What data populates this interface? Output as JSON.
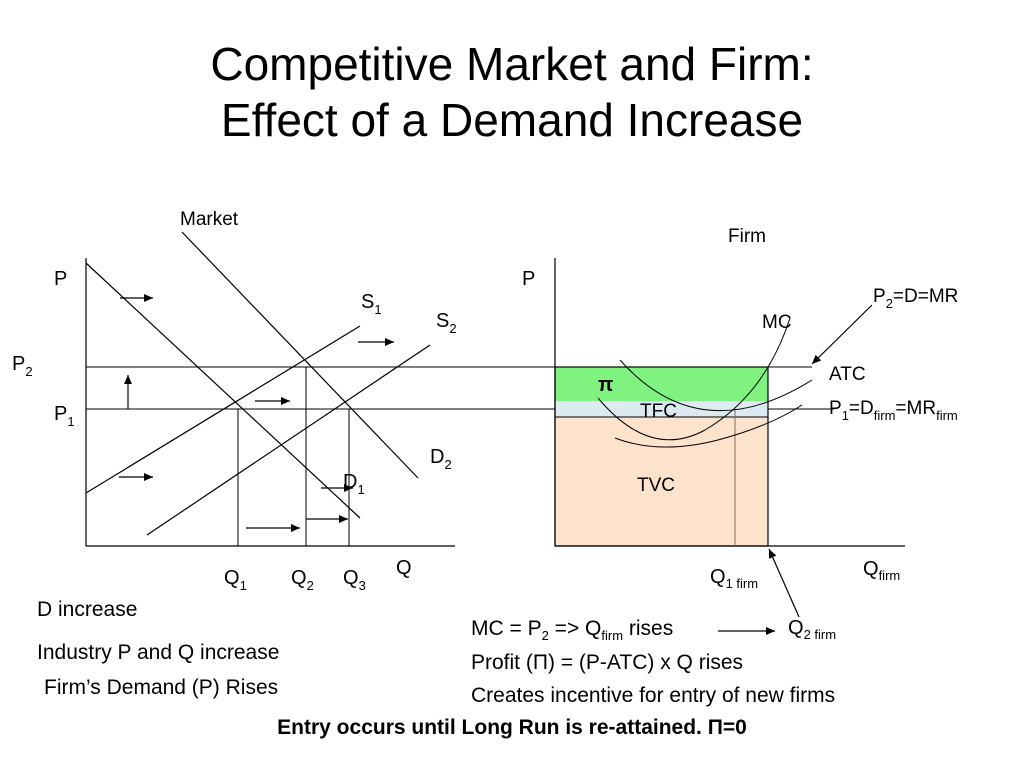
{
  "title_line1": "Competitive Market and Firm:",
  "title_line2": "Effect of a Demand Increase",
  "market": {
    "panel_title": "Market",
    "y_axis": "P",
    "x_axis": "Q",
    "curves": {
      "s1": "S",
      "s2": "S",
      "d1": "D",
      "d2": "D"
    },
    "prices": {
      "p1": "P",
      "p2": "P"
    },
    "quantities": {
      "q1": "Q",
      "q2": "Q",
      "q3": "Q"
    },
    "subscripts": {
      "one": "1",
      "two": "2",
      "three": "3"
    }
  },
  "firm": {
    "panel_title": "Firm",
    "y_axis": "P",
    "x_axis_main": "Q",
    "x_axis_sub": "firm",
    "mc": "MC",
    "atc": "ATC",
    "pi": "π",
    "tfc": "TFC",
    "tvc": "TVC",
    "p2_label": {
      "p": "P",
      "sub": "2",
      "rest": "=D=MR"
    },
    "p1_label": {
      "p": "P",
      "sub": "1",
      "d": "=D",
      "firm": "firm",
      "mr": "=MR"
    },
    "q1_label": {
      "q": "Q",
      "sub": "1 firm"
    },
    "q2_label": {
      "q": "Q",
      "sub": "2 firm"
    }
  },
  "notes": {
    "d_increase": "D increase",
    "industry": "Industry P and Q increase",
    "firm_demand": "Firm’s Demand (P) Rises",
    "mc_line": {
      "a": "MC = P",
      "sub2": "2",
      "b": " => Q",
      "subfirm": "firm",
      "c": " rises"
    },
    "profit": "Profit (Π) = (P-ATC) x Q rises",
    "incentive": "Creates incentive for entry of new firms"
  },
  "footer": "Entry occurs until Long Run is re-attained. Π=0",
  "colors": {
    "profit_fill": "#7ff27f",
    "tfc_fill": "#dcebf2",
    "tvc_fill": "#fde3cc",
    "line": "#000000"
  }
}
